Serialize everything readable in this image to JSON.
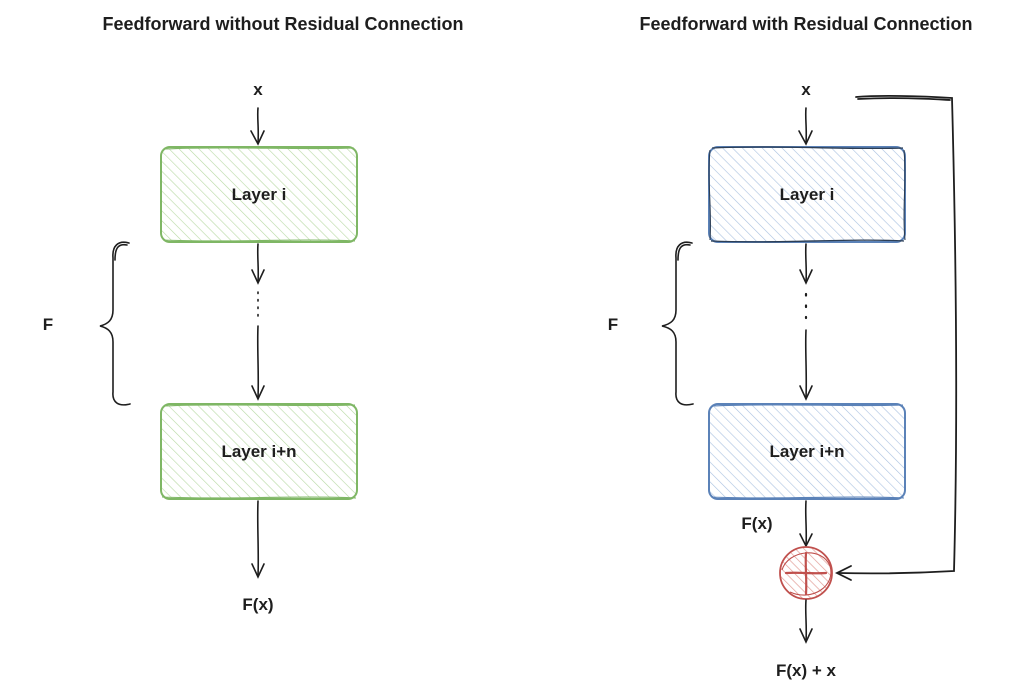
{
  "left": {
    "title": "Feedforward without Residual Connection",
    "input_label": "x",
    "layer_top": "Layer i",
    "layer_bottom": "Layer i+n",
    "brace_label": "F",
    "output_label": "F(x)"
  },
  "right": {
    "title": "Feedforward with Residual Connection",
    "input_label": "x",
    "layer_top": "Layer i",
    "layer_bottom": "Layer i+n",
    "brace_label": "F",
    "fx_label": "F(x)",
    "output_label": "F(x) + x"
  },
  "colors": {
    "green_stroke": "#7fb765",
    "green_hatch": "#b7d9a3",
    "blue_stroke": "#5b82b8",
    "blue_hatch": "#a9c1e0",
    "red_stroke": "#c0504d",
    "red_hatch": "#e3a19b",
    "ink": "#1e1e1e"
  }
}
